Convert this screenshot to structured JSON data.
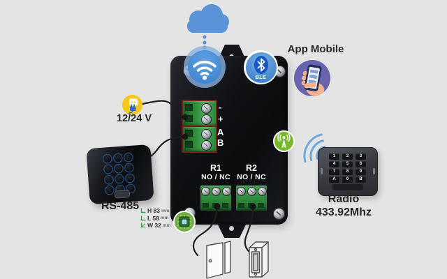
{
  "labels": {
    "app_mobile": "App Mobile",
    "ble": "BLE",
    "power": "12/24 V",
    "rs485": "RS-485",
    "radio_line1": "Radio",
    "radio_line2": "433.92Mhz"
  },
  "terminals": {
    "items": [
      "-",
      "+",
      "A",
      "B"
    ]
  },
  "relays": [
    {
      "name": "R1",
      "contacts": "NO / NC"
    },
    {
      "name": "R2",
      "contacts": "NO / NC"
    }
  ],
  "dimensions": {
    "items": [
      {
        "label": "H 83",
        "unit": "mm"
      },
      {
        "label": "L 58",
        "unit": "mm"
      },
      {
        "label": "W 32",
        "unit": "mm"
      }
    ]
  },
  "radio_keypad": {
    "keys": [
      "1",
      "2",
      "3",
      "4",
      "5",
      "6",
      "7",
      "8",
      "9",
      "A",
      "0",
      "B"
    ]
  },
  "icons": {
    "cloud": "cloud-icon",
    "wifi": "wifi-icon",
    "bluetooth": "bluetooth-icon",
    "mobile_app": "hand-phone-icon",
    "power": "power-plug-icon",
    "antenna": "radio-antenna-icon",
    "radio_waves": "radio-waves-icon",
    "pcb": "pcb-chip-icon",
    "dimension": "corner-ruler-icon",
    "door": "door-drawing",
    "strike": "electric-strike-drawing"
  },
  "colors": {
    "background": "#e4e4e5",
    "cloud_blue": "#5b93d8",
    "wifi_blue": "#4a90d8",
    "ble_blue": "#1759c4",
    "app_purple": "#6a63ad",
    "power_yellow": "#f6c71d",
    "radio_green": "#76b82a",
    "pcb_green": "#6fae3f",
    "wave_blue": "#6fa8dc",
    "terminal_green": "#2f8a3a",
    "device_black": "#101114",
    "text_dark": "#262626"
  }
}
